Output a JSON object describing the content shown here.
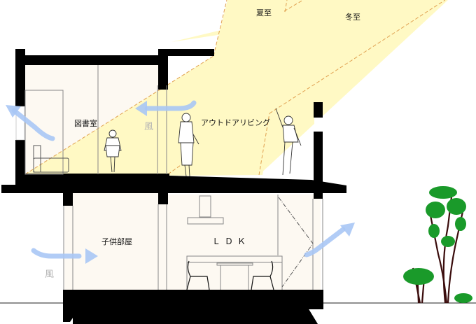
{
  "diagram": {
    "type": "architectural-section",
    "sun_labels": {
      "summer_solstice": "夏至",
      "winter_solstice": "冬至"
    },
    "rooms": {
      "library": "図書室",
      "outdoor_living": "アウトドアリビング",
      "kids_room": "子供部屋",
      "ldk": "ＬＤＫ"
    },
    "wind_labels": {
      "upper": "風",
      "lower": "風"
    },
    "colors": {
      "sunlight": "#fff9c4",
      "sun_edge": "#e0a050",
      "interior": "#fdf9f2",
      "structure": "#000000",
      "wind_arrow": "#a9c6f5",
      "leaf": "#1a9a2a",
      "trunk": "#3a0c0c"
    }
  }
}
